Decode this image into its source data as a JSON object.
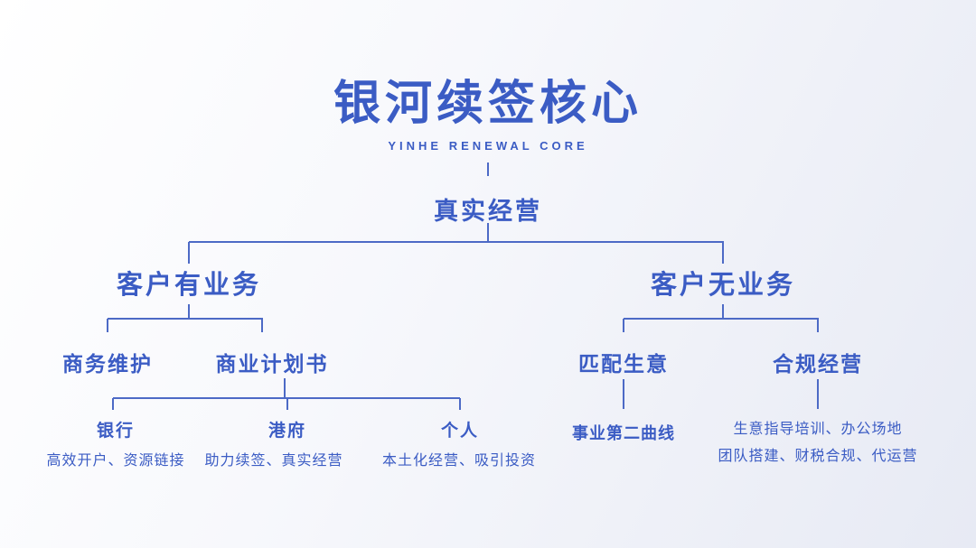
{
  "colors": {
    "primary": "#3b5cc4",
    "line": "#4d6ac6"
  },
  "header": {
    "title": "银河续签核心",
    "subtitle": "YINHE RENEWAL CORE"
  },
  "tree": {
    "root": "真实经营",
    "left": {
      "label": "客户有业务",
      "children": [
        {
          "label": "商务维护"
        },
        {
          "label": "商业计划书",
          "children": [
            {
              "label": "银行",
              "caption": "高效开户、资源链接"
            },
            {
              "label": "港府",
              "caption": "助力续签、真实经营"
            },
            {
              "label": "个人",
              "caption": "本土化经营、吸引投资"
            }
          ]
        }
      ]
    },
    "right": {
      "label": "客户无业务",
      "children": [
        {
          "label": "匹配生意",
          "caption": "事业第二曲线"
        },
        {
          "label": "合规经营",
          "captions": [
            "生意指导培训、办公场地",
            "团队搭建、财税合规、代运营"
          ]
        }
      ]
    }
  }
}
